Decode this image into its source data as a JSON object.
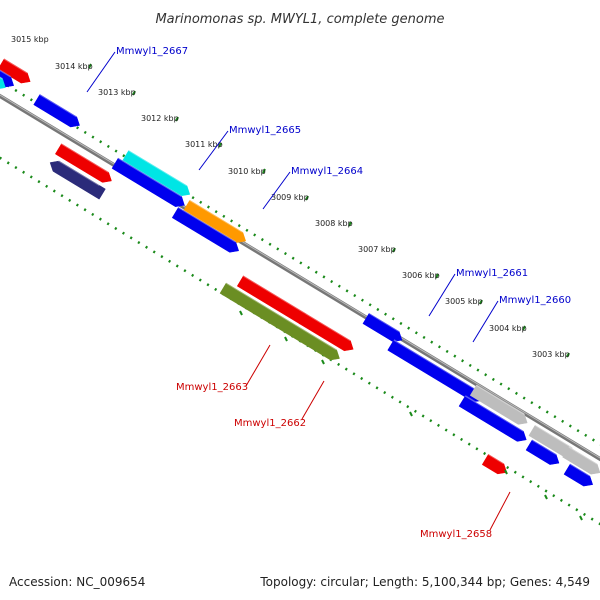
{
  "title": "Marinomonas sp. MWYL1, complete genome",
  "footer": {
    "accession": "Accession: NC_009654",
    "summary": "Topology: circular; Length: 5,100,344 bp; Genes: 4,549"
  },
  "ticks": [
    "3015 kbp",
    "3014 kbp",
    "3013 kbp",
    "3012 kbp",
    "3011 kbp",
    "3010 kbp",
    "3009 kbp",
    "3008 kbp",
    "3007 kbp",
    "3006 kbp",
    "3005 kbp",
    "3004 kbp",
    "3003 kbp"
  ],
  "gene_labels": [
    {
      "text": "Mmwyl1_2667",
      "strand": "forward"
    },
    {
      "text": "Mmwyl1_2665",
      "strand": "forward"
    },
    {
      "text": "Mmwyl1_2664",
      "strand": "forward"
    },
    {
      "text": "Mmwyl1_2661",
      "strand": "forward"
    },
    {
      "text": "Mmwyl1_2660",
      "strand": "forward"
    },
    {
      "text": "Mmwyl1_2663",
      "strand": "reverse"
    },
    {
      "text": "Mmwyl1_2662",
      "strand": "reverse"
    },
    {
      "text": "Mmwyl1_2658",
      "strand": "reverse"
    }
  ],
  "colors": {
    "forward_label": "#0000cc",
    "reverse_label": "#cc0000",
    "backbone": "#777777",
    "ruler": "#1a8a1a",
    "blue": "#0000ee",
    "red": "#ee0000",
    "cyan": "#00e5e5",
    "orange": "#ff9900",
    "olive": "#6b8e23",
    "navy": "#2b2b7a",
    "grey": "#bdbdbd"
  }
}
